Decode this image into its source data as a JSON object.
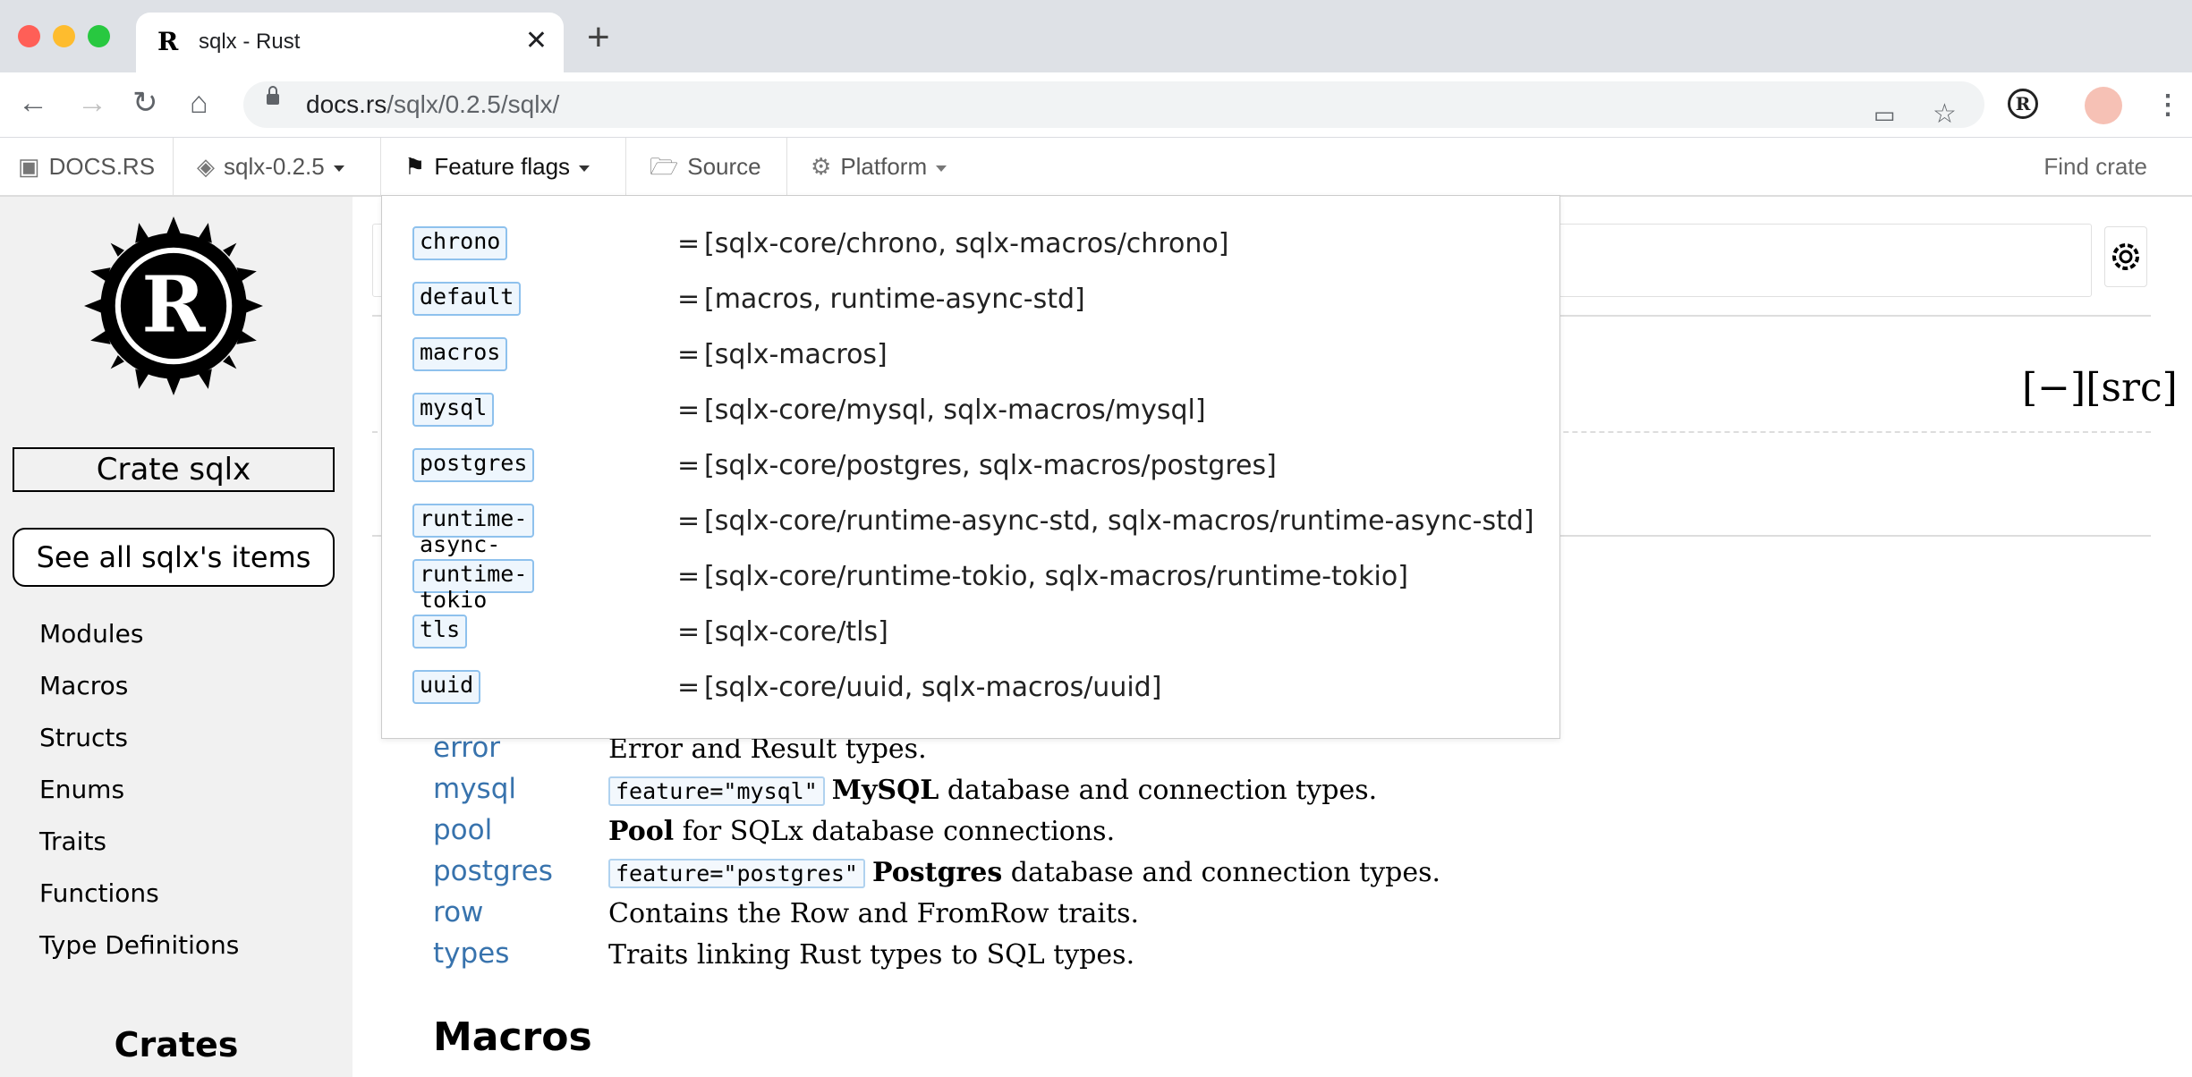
{
  "browser": {
    "tab_title": "sqlx - Rust",
    "tab_icon": "rust-logo",
    "url_host": "docs.rs",
    "url_path": "/sqlx/0.2.5/sqlx/",
    "traffic_colors": [
      "#ff5f57",
      "#febc2e",
      "#28c840"
    ]
  },
  "docsrs_nav": {
    "home": "DOCS.RS",
    "crate": "sqlx-0.2.5",
    "feature_flags": "Feature flags",
    "source": "Source",
    "platform": "Platform",
    "find_crate": "Find crate"
  },
  "sidebar": {
    "crate_title": "Crate sqlx",
    "see_all": "See all sqlx's items",
    "links": [
      "Modules",
      "Macros",
      "Structs",
      "Enums",
      "Traits",
      "Functions",
      "Type Definitions"
    ],
    "crates_heading": "Crates"
  },
  "main": {
    "src_link": "[−][src]",
    "modules": [
      {
        "name": "error",
        "badge": "",
        "bold": "",
        "desc": "Error and Result types."
      },
      {
        "name": "mysql",
        "badge": "feature=\"mysql\"",
        "bold": "MySQL",
        "desc": " database and connection types."
      },
      {
        "name": "pool",
        "badge": "",
        "bold": "Pool",
        "desc": " for SQLx database connections."
      },
      {
        "name": "postgres",
        "badge": "feature=\"postgres\"",
        "bold": "Postgres",
        "desc": " database and connection types."
      },
      {
        "name": "row",
        "badge": "",
        "bold": "",
        "desc": "Contains the Row and FromRow traits."
      },
      {
        "name": "types",
        "badge": "",
        "bold": "",
        "desc": "Traits linking Rust types to SQL types."
      }
    ],
    "macros_heading": "Macros"
  },
  "feature_flags": [
    {
      "name": "chrono",
      "value": "[sqlx-core/chrono, sqlx-macros/chrono]"
    },
    {
      "name": "default",
      "value": "[macros, runtime-async-std]"
    },
    {
      "name": "macros",
      "value": "[sqlx-macros]"
    },
    {
      "name": "mysql",
      "value": "[sqlx-core/mysql, sqlx-macros/mysql]"
    },
    {
      "name": "postgres",
      "value": "[sqlx-core/postgres, sqlx-macros/postgres]"
    },
    {
      "name": "runtime-async-std",
      "value": "[sqlx-core/runtime-async-std, sqlx-macros/runtime-async-std]"
    },
    {
      "name": "runtime-tokio",
      "value": "[sqlx-core/runtime-tokio, sqlx-macros/runtime-tokio]"
    },
    {
      "name": "tls",
      "value": "[sqlx-core/tls]"
    },
    {
      "name": "uuid",
      "value": "[sqlx-core/uuid, sqlx-macros/uuid]"
    }
  ],
  "ff_separator": "="
}
